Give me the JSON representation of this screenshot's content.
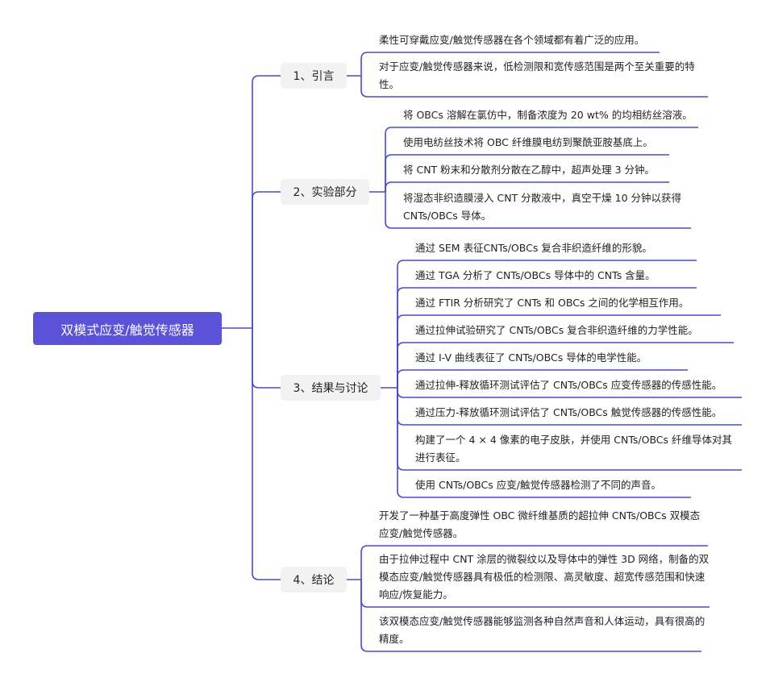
{
  "root": "双模式应变/触觉传感器",
  "line_color": "#4a48d8",
  "branches": [
    {
      "label": "1、引言",
      "leaves": [
        "柔性可穿戴应变/触觉传感器在各个领域都有着广泛的应用。",
        "对于应变/触觉传感器来说，低检测限和宽传感范围是两个至关重要的特性。"
      ]
    },
    {
      "label": "2、实验部分",
      "leaves": [
        "将 OBCs 溶解在氯仿中，制备浓度为 20 wt% 的均相纺丝溶液。",
        "使用电纺丝技术将 OBC 纤维膜电纺到聚酰亚胺基底上。",
        "将 CNT 粉末和分散剂分散在乙醇中，超声处理 3 分钟。",
        "将湿态非织造膜浸入 CNT 分散液中，真空干燥 10 分钟以获得 CNTs/OBCs 导体。"
      ]
    },
    {
      "label": "3、结果与讨论",
      "leaves": [
        "通过 SEM 表征CNTs/OBCs 复合非织造纤维的形貌。",
        "通过 TGA 分析了 CNTs/OBCs 导体中的 CNTs 含量。",
        "通过 FTIR 分析研究了 CNTs 和 OBCs 之间的化学相互作用。",
        "通过拉伸试验研究了 CNTs/OBCs 复合非织造纤维的力学性能。",
        "通过 I-V 曲线表征了 CNTs/OBCs 导体的电学性能。",
        "通过拉伸-释放循环测试评估了 CNTs/OBCs 应变传感器的传感性能。",
        "通过压力-释放循环测试评估了 CNTs/OBCs 触觉传感器的传感性能。",
        "构建了一个 4 × 4 像素的电子皮肤，并使用 CNTs/OBCs 纤维导体对其进行表征。",
        "使用 CNTs/OBCs 应变/触觉传感器检测了不同的声音。"
      ]
    },
    {
      "label": "4、结论",
      "leaves": [
        "开发了一种基于高度弹性 OBC 微纤维基质的超拉伸 CNTs/OBCs 双模态应变/触觉传感器。",
        "由于拉伸过程中 CNT 涂层的微裂纹以及导体中的弹性 3D 网络，制备的双模态应变/触觉传感器具有极低的检测限、高灵敏度、超宽传感范围和快速响应/恢复能力。",
        "该双模态应变/触觉传感器能够监测各种自然声音和人体运动，具有很高的精度。"
      ]
    }
  ]
}
